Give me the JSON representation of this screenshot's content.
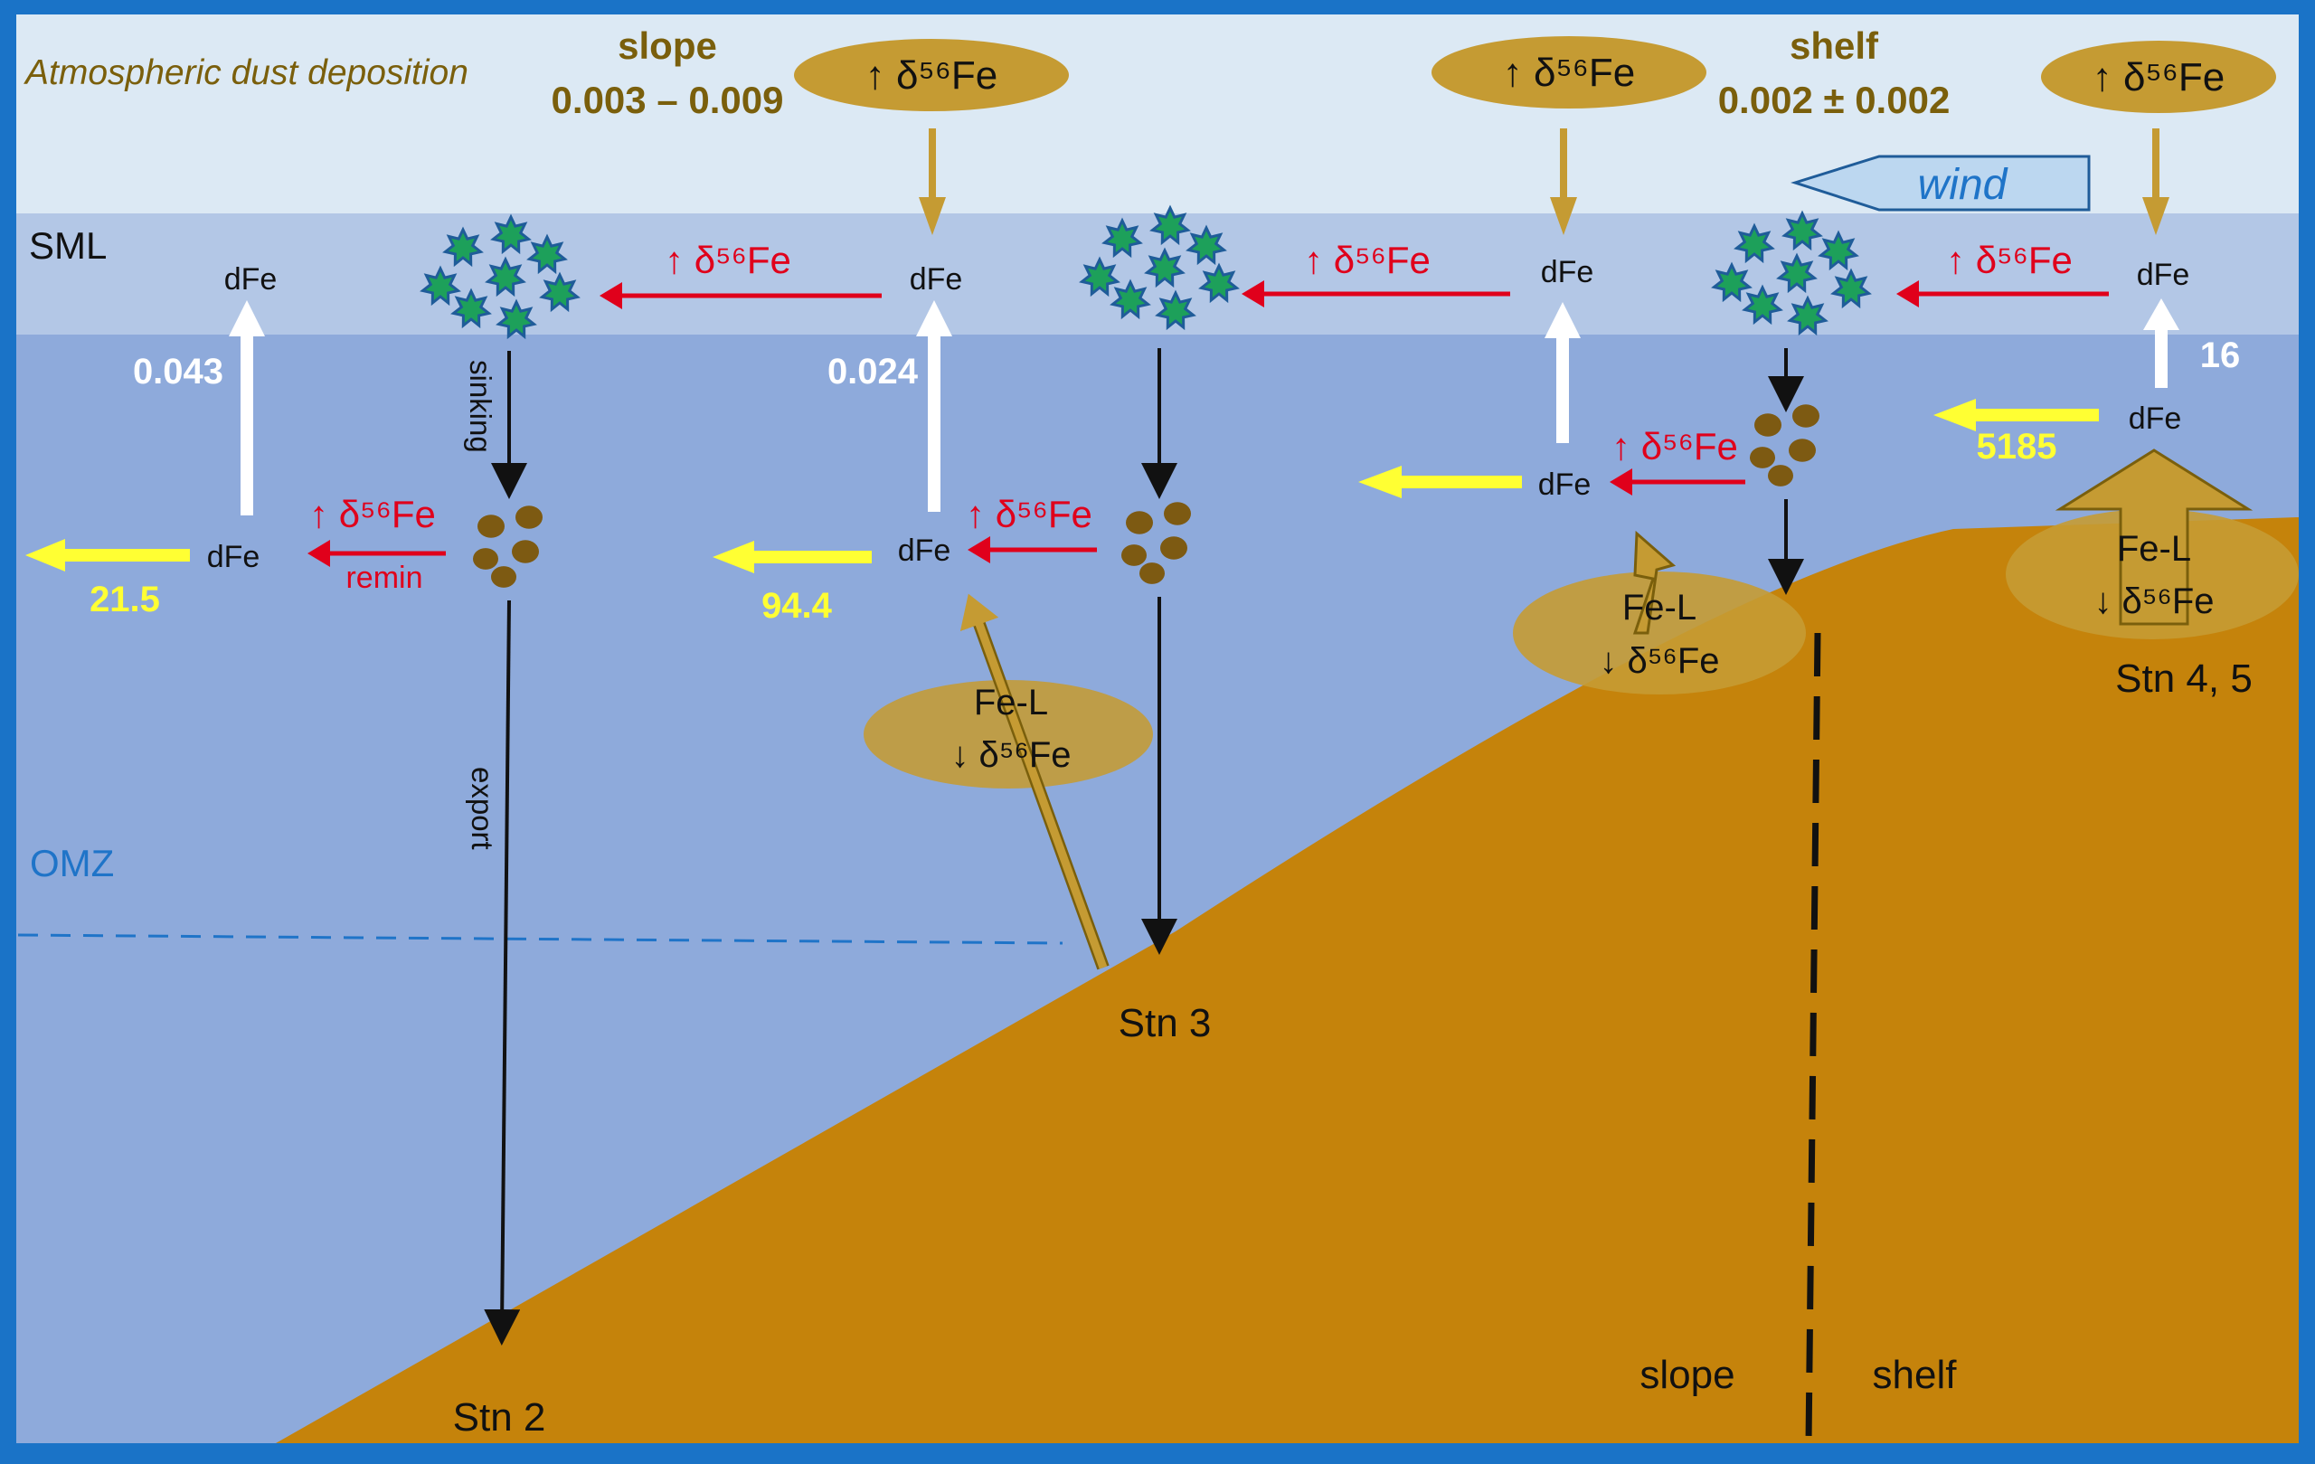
{
  "colors": {
    "frame": "#1a73c7",
    "atmosphere": "#dce9f4",
    "sml": "#b3c7e6",
    "ocean": "#8eaadb",
    "sediment": "#c5830b",
    "gold": "#c59b33",
    "dust_text": "#7a5f0c",
    "red": "#e0001b",
    "yellow": "#ffff33",
    "white": "#ffffff",
    "omz_blue": "#1f74c8",
    "phyto": "#1da05a",
    "phyto_outline": "#1f5c99",
    "particle": "#7d5a12"
  },
  "labels": {
    "atmospheric": "Atmospheric dust deposition",
    "slope_title": "slope",
    "slope_value": "0.003 – 0.009",
    "shelf_title": "shelf",
    "shelf_value": "0.002 ± 0.002",
    "wind": "wind",
    "sml": "SML",
    "omz": "OMZ",
    "delta_up": "↑ δ⁵⁶Fe",
    "delta_down": "↓ δ⁵⁶Fe",
    "dfe": "dFe",
    "fe_l": "Fe-L",
    "sinking": "sinking",
    "export": "export",
    "remin": "remin",
    "flux_stn2_up": "0.043",
    "flux_stn3_up": "0.024",
    "flux_shelf_up": "16",
    "flux_stn2_lat": "21.5",
    "flux_stn3_lat": "94.4",
    "flux_shelf_lat": "5185",
    "stn2": "Stn 2",
    "stn3": "Stn 3",
    "stn45": "Stn 4, 5",
    "slope_bottom": "slope",
    "shelf_bottom": "shelf"
  }
}
